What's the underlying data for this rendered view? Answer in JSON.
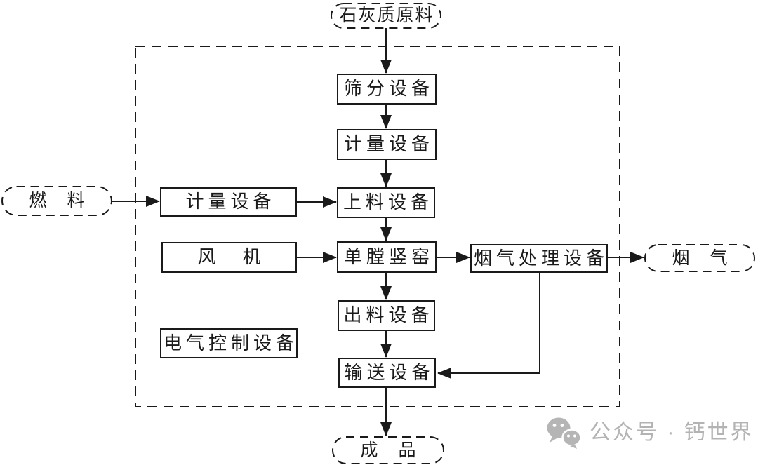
{
  "diagram": {
    "terminals": {
      "limestone_raw": "石灰质原料",
      "fuel": "燃　料",
      "flue_gas": "烟　气",
      "product": "成　品"
    },
    "equipment": {
      "screening": "筛分设备",
      "metering_top": "计量设备",
      "feeding": "上料设备",
      "kiln": "单膛竖窑",
      "discharge": "出料设备",
      "conveying": "输送设备",
      "metering_fuel": "计量设备",
      "fan": "风　机",
      "electrical_control": "电气控制设备",
      "flue_gas_treatment": "烟气处理设备"
    },
    "colors": {
      "line": "#1a1a1a",
      "background": "#ffffff",
      "watermark": "#b3b3b3"
    }
  },
  "watermark": {
    "icon": "wechat-icon",
    "text": "公众号 · 钙世界"
  }
}
